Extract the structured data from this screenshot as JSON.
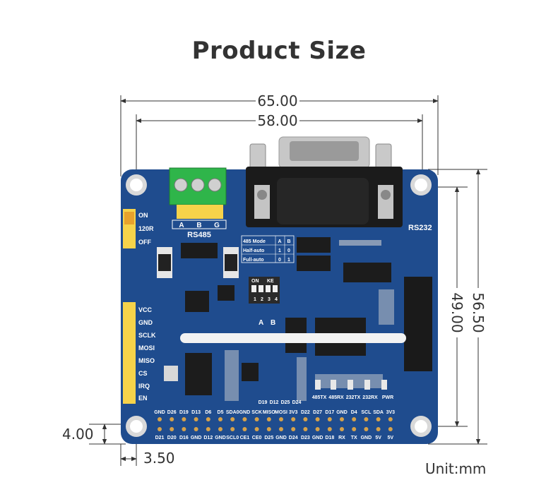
{
  "title": "Product Size",
  "unit_label": "Unit:mm",
  "dimensions": {
    "overall_width": "65.00",
    "hole_spacing_x": "58.00",
    "overall_height": "56.50",
    "hole_spacing_y": "49.00",
    "hole_offset_y": "4.00",
    "hole_offset_x": "3.50"
  },
  "board": {
    "color": "#1f4c8e",
    "rs485": {
      "label": "RS485",
      "terminals": [
        "A",
        "B",
        "G"
      ]
    },
    "rs232_label": "RS232",
    "jumper_labels": [
      "ON",
      "120R",
      "OFF"
    ],
    "mode_table": {
      "header": [
        "485 Mode",
        "A",
        "B"
      ],
      "rows": [
        [
          "Half-auto",
          "1",
          "0"
        ],
        [
          "Full-auto",
          "0",
          "1"
        ]
      ]
    },
    "dip": {
      "labels_top": [
        "ON",
        "KE"
      ],
      "numbers": [
        "1",
        "2",
        "3",
        "4"
      ],
      "labels_bottom": [
        "A",
        "B"
      ]
    },
    "spi_header": [
      "VCC",
      "GND",
      "SCLK",
      "MOSI",
      "MISO",
      "CS",
      "IRQ",
      "EN"
    ],
    "gpio_labels_small": [
      "D19",
      "D12",
      "D25",
      "D24"
    ],
    "led_labels": [
      "485TX",
      "485RX",
      "232TX",
      "232RX",
      "PWR"
    ],
    "pin_row_top": [
      "GND",
      "D26",
      "D19",
      "D13",
      "D6",
      "D5",
      "SDA0",
      "GND",
      "SCK",
      "MISO",
      "MOSI",
      "3V3",
      "D22",
      "D27",
      "D17",
      "GND",
      "D4",
      "SCL",
      "SDA",
      "3V3"
    ],
    "pin_row_bottom": [
      "D21",
      "D20",
      "D16",
      "GND",
      "D12",
      "GND",
      "SCL0",
      "CE1",
      "CE0",
      "D25",
      "GND",
      "D24",
      "D23",
      "GND",
      "D18",
      "RX",
      "TX",
      "GND",
      "5V",
      "5V"
    ]
  }
}
